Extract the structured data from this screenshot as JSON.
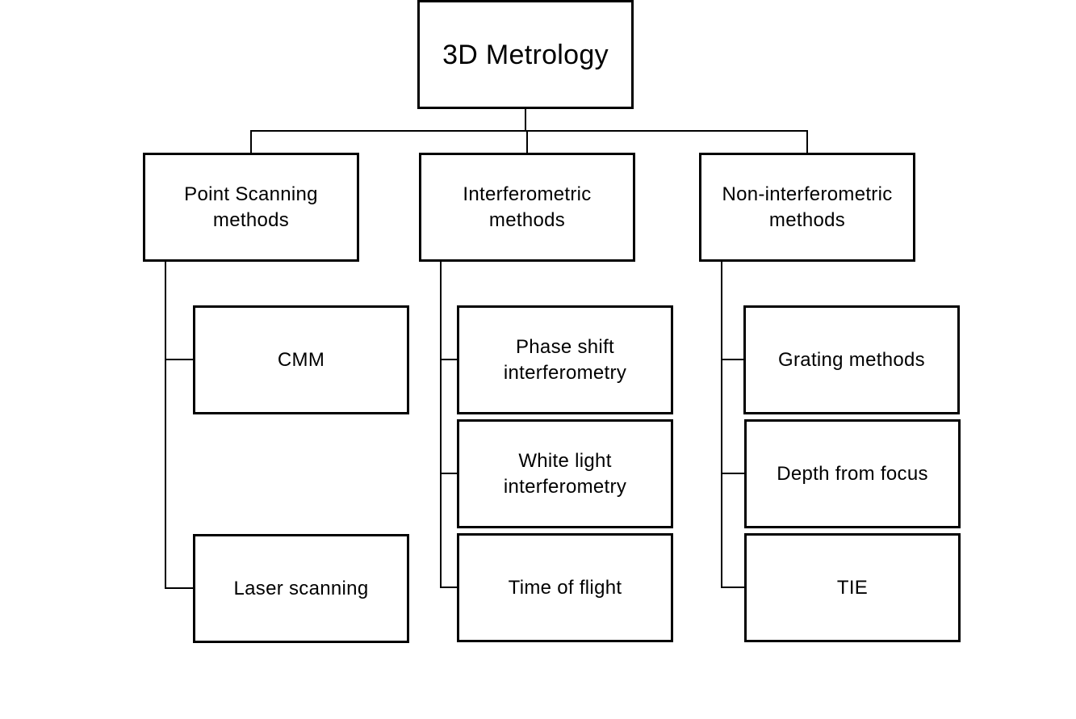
{
  "root": {
    "label": "3D Metrology"
  },
  "categories": [
    {
      "label": "Point Scanning\nmethods",
      "children": [
        "CMM",
        "Laser scanning"
      ]
    },
    {
      "label": "Interferometric\nmethods",
      "children": [
        "Phase shift\ninterferometry",
        "White light\ninterferometry",
        "Time of flight"
      ]
    },
    {
      "label": "Non-interferometric\nmethods",
      "children": [
        "Grating methods",
        "Depth from focus",
        "TIE"
      ]
    }
  ],
  "colors": {
    "stroke": "#000000",
    "background": "#ffffff"
  }
}
